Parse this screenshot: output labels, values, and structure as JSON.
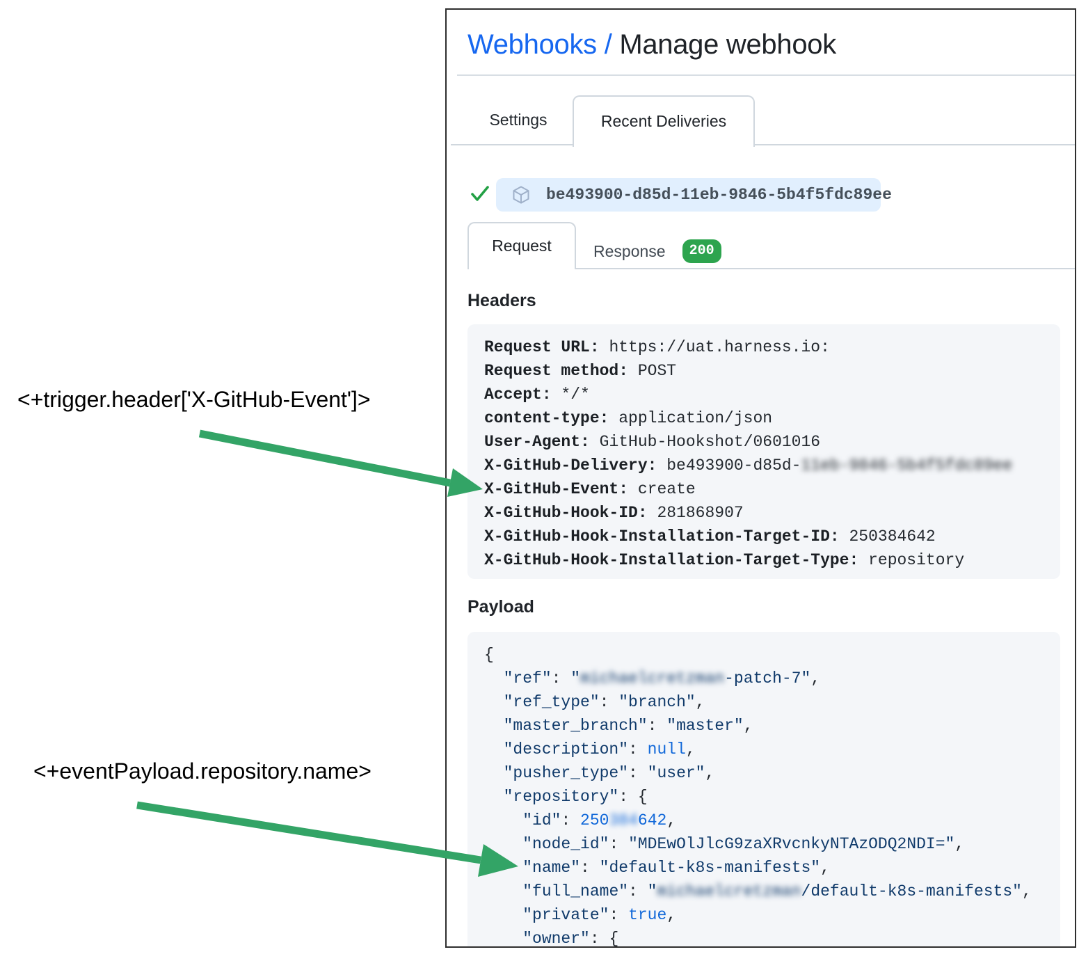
{
  "colors": {
    "link_blue": "#1667f0",
    "badge_green": "#2da44e",
    "check_green": "#22a044",
    "arrow_green": "#33a466",
    "pill_bg": "#e1effe",
    "code_bg": "#f4f6f9",
    "json_key_navy": "#103a6a",
    "json_literal_blue": "#1168d9"
  },
  "icons": {
    "status": "check-icon",
    "delivery": "package-icon"
  },
  "annotations": [
    {
      "text": "<+trigger.header['X-GitHub-Event']>"
    },
    {
      "text": "<+eventPayload.repository.name>"
    }
  ],
  "panel": {
    "breadcrumb": {
      "link": "Webhooks",
      "separator": " / ",
      "current": "Manage webhook"
    },
    "tabs": [
      {
        "label": "Settings",
        "active": false
      },
      {
        "label": "Recent Deliveries",
        "active": true
      }
    ],
    "delivery": {
      "id": "be493900-d85d-11eb-9846-5b4f5fdc89ee",
      "status": "success"
    },
    "subtabs": {
      "request": "Request",
      "response": "Response",
      "status_code": "200"
    },
    "headers_title": "Headers",
    "request_headers": [
      {
        "name": "Request URL",
        "parts": [
          {
            "t": "https://uat.harness.io:"
          }
        ]
      },
      {
        "name": "Request method",
        "parts": [
          {
            "t": "POST"
          }
        ]
      },
      {
        "name": "Accept",
        "parts": [
          {
            "t": "*/*"
          }
        ]
      },
      {
        "name": "content-type",
        "parts": [
          {
            "t": "application/json"
          }
        ]
      },
      {
        "name": "User-Agent",
        "parts": [
          {
            "t": "GitHub-Hookshot/0601016"
          }
        ]
      },
      {
        "name": "X-GitHub-Delivery",
        "parts": [
          {
            "t": "be493900-d85d-"
          },
          {
            "t": "11eb-9846-5b4f5fdc89ee",
            "blur": true
          }
        ]
      },
      {
        "name": "X-GitHub-Event",
        "parts": [
          {
            "t": "create"
          }
        ]
      },
      {
        "name": "X-GitHub-Hook-ID",
        "parts": [
          {
            "t": "281868907"
          }
        ]
      },
      {
        "name": "X-GitHub-Hook-Installation-Target-ID",
        "parts": [
          {
            "t": "250384642"
          }
        ]
      },
      {
        "name": "X-GitHub-Hook-Installation-Target-Type",
        "parts": [
          {
            "t": "repository"
          }
        ]
      }
    ],
    "payload_title": "Payload",
    "payload_lines": [
      [
        {
          "t": "{",
          "s": "p"
        }
      ],
      [
        {
          "t": "  ",
          "s": "p"
        },
        {
          "t": "\"ref\"",
          "s": "k"
        },
        {
          "t": ": ",
          "s": "p"
        },
        {
          "t": "\"",
          "s": "k"
        },
        {
          "t": "michaelcretzman",
          "s": "k",
          "blur": true
        },
        {
          "t": "-patch-7\"",
          "s": "k"
        },
        {
          "t": ",",
          "s": "p"
        }
      ],
      [
        {
          "t": "  ",
          "s": "p"
        },
        {
          "t": "\"ref_type\"",
          "s": "k"
        },
        {
          "t": ": ",
          "s": "p"
        },
        {
          "t": "\"branch\"",
          "s": "k"
        },
        {
          "t": ",",
          "s": "p"
        }
      ],
      [
        {
          "t": "  ",
          "s": "p"
        },
        {
          "t": "\"master_branch\"",
          "s": "k"
        },
        {
          "t": ": ",
          "s": "p"
        },
        {
          "t": "\"master\"",
          "s": "k"
        },
        {
          "t": ",",
          "s": "p"
        }
      ],
      [
        {
          "t": "  ",
          "s": "p"
        },
        {
          "t": "\"description\"",
          "s": "k"
        },
        {
          "t": ": ",
          "s": "p"
        },
        {
          "t": "null",
          "s": "b"
        },
        {
          "t": ",",
          "s": "p"
        }
      ],
      [
        {
          "t": "  ",
          "s": "p"
        },
        {
          "t": "\"pusher_type\"",
          "s": "k"
        },
        {
          "t": ": ",
          "s": "p"
        },
        {
          "t": "\"user\"",
          "s": "k"
        },
        {
          "t": ",",
          "s": "p"
        }
      ],
      [
        {
          "t": "  ",
          "s": "p"
        },
        {
          "t": "\"repository\"",
          "s": "k"
        },
        {
          "t": ": ",
          "s": "p"
        },
        {
          "t": "{",
          "s": "p"
        }
      ],
      [
        {
          "t": "    ",
          "s": "p"
        },
        {
          "t": "\"id\"",
          "s": "k"
        },
        {
          "t": ": ",
          "s": "p"
        },
        {
          "t": "250",
          "s": "b"
        },
        {
          "t": "384",
          "s": "b",
          "blur": true
        },
        {
          "t": "642",
          "s": "b"
        },
        {
          "t": ",",
          "s": "p"
        }
      ],
      [
        {
          "t": "    ",
          "s": "p"
        },
        {
          "t": "\"node_id\"",
          "s": "k"
        },
        {
          "t": ": ",
          "s": "p"
        },
        {
          "t": "\"MDEwOlJlcG9zaXRvcnkyNTAzODQ2NDI=\"",
          "s": "k"
        },
        {
          "t": ",",
          "s": "p"
        }
      ],
      [
        {
          "t": "    ",
          "s": "p"
        },
        {
          "t": "\"name\"",
          "s": "k"
        },
        {
          "t": ": ",
          "s": "p"
        },
        {
          "t": "\"default-k8s-manifests\"",
          "s": "k"
        },
        {
          "t": ",",
          "s": "p"
        }
      ],
      [
        {
          "t": "    ",
          "s": "p"
        },
        {
          "t": "\"full_name\"",
          "s": "k"
        },
        {
          "t": ": ",
          "s": "p"
        },
        {
          "t": "\"",
          "s": "k"
        },
        {
          "t": "michaelcretzman",
          "s": "k",
          "blur": true
        },
        {
          "t": "/default-k8s-manifests\"",
          "s": "k"
        },
        {
          "t": ",",
          "s": "p"
        }
      ],
      [
        {
          "t": "    ",
          "s": "p"
        },
        {
          "t": "\"private\"",
          "s": "k"
        },
        {
          "t": ": ",
          "s": "p"
        },
        {
          "t": "true",
          "s": "b"
        },
        {
          "t": ",",
          "s": "p"
        }
      ],
      [
        {
          "t": "    ",
          "s": "p"
        },
        {
          "t": "\"owner\"",
          "s": "k"
        },
        {
          "t": ": ",
          "s": "p"
        },
        {
          "t": "{",
          "s": "p"
        }
      ]
    ]
  }
}
